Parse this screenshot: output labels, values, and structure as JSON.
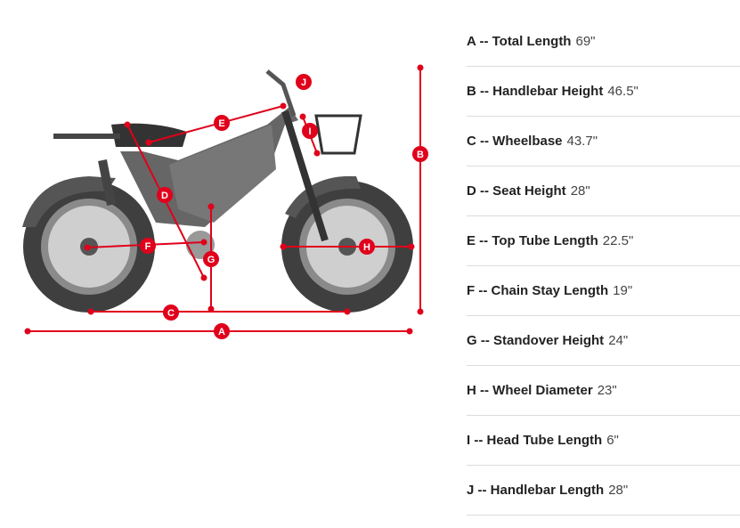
{
  "specs": [
    {
      "letter": "A",
      "name": "A -- Total Length",
      "value": "69\""
    },
    {
      "letter": "B",
      "name": "B -- Handlebar Height",
      "value": "46.5\""
    },
    {
      "letter": "C",
      "name": "C -- Wheelbase",
      "value": "43.7\""
    },
    {
      "letter": "D",
      "name": "D -- Seat Height",
      "value": "28\""
    },
    {
      "letter": "E",
      "name": "E -- Top Tube Length",
      "value": "22.5\""
    },
    {
      "letter": "F",
      "name": "F -- Chain Stay Length",
      "value": "19\""
    },
    {
      "letter": "G",
      "name": "G -- Standover Height",
      "value": "24\""
    },
    {
      "letter": "H",
      "name": "H -- Wheel Diameter",
      "value": "23\""
    },
    {
      "letter": "I",
      "name": "I -- Head Tube Length",
      "value": "6\""
    },
    {
      "letter": "J",
      "name": "J -- Handlebar Length",
      "value": "28\""
    }
  ],
  "colors": {
    "accent": "#e0001b",
    "bike": "#5a5a5a",
    "tire": "#3a3a3a"
  }
}
